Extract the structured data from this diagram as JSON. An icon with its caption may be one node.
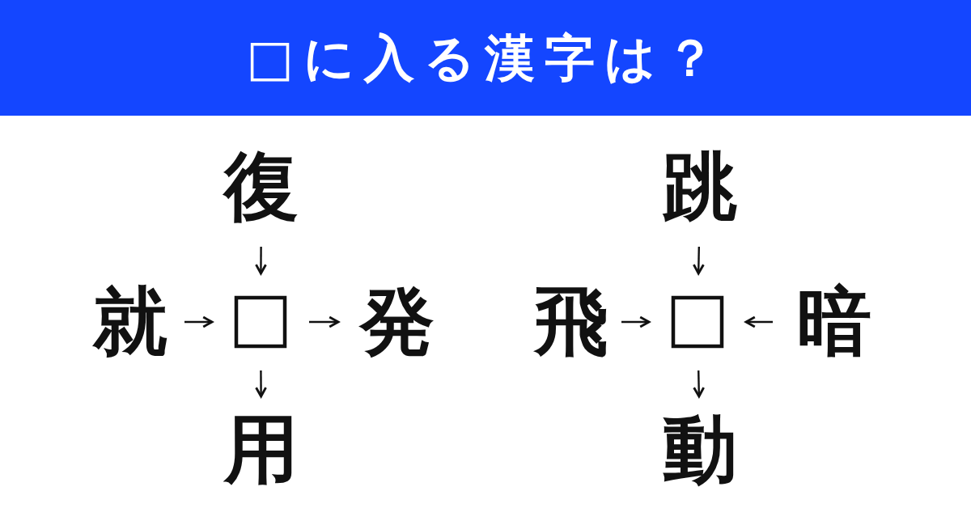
{
  "diagram": {
    "title": "□に入る漢字は？",
    "nodes": [
      {
        "text": [
          "復"
        ]
      },
      {
        "text": [
          "跳"
        ]
      },
      {
        "text": [
          "就"
        ]
      },
      {
        "text": [],
        "shape": "box"
      },
      {
        "text": [
          "発"
        ]
      },
      {
        "text": [
          "飛"
        ]
      },
      {
        "text": [],
        "shape": "box"
      },
      {
        "text": [
          "暗"
        ]
      },
      {
        "text": [
          "用"
        ]
      },
      {
        "text": [
          "動"
        ]
      }
    ],
    "edges": [
      {
        "from": 0,
        "to": 3,
        "arrow": "to"
      },
      {
        "from": 2,
        "to": 3,
        "arrow": "to"
      },
      {
        "from": 3,
        "to": 4,
        "arrow": "to"
      },
      {
        "from": 3,
        "to": 8,
        "arrow": "to"
      },
      {
        "from": 1,
        "to": 6,
        "arrow": "to"
      },
      {
        "from": 5,
        "to": 6,
        "arrow": "to"
      },
      {
        "from": 7,
        "to": 6,
        "arrow": "to"
      },
      {
        "from": 6,
        "to": 9,
        "arrow": "to"
      }
    ]
  }
}
